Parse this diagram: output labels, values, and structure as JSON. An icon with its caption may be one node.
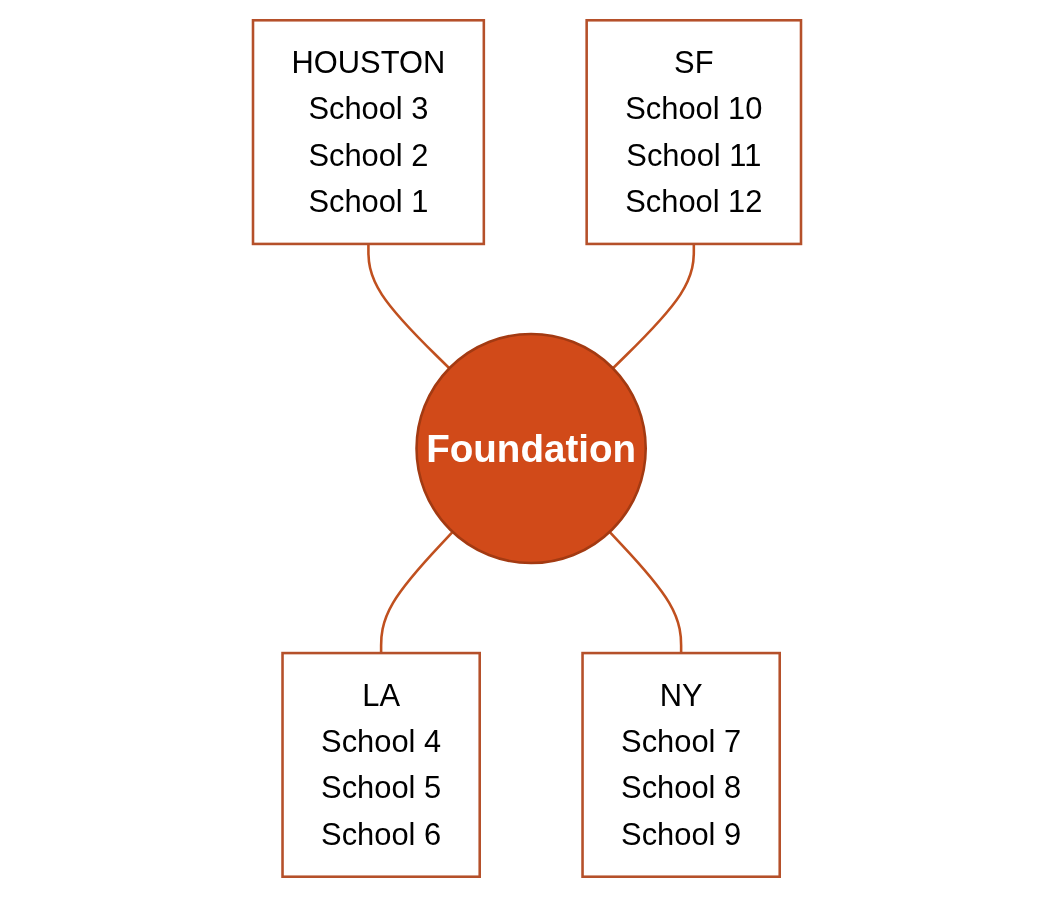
{
  "diagram": {
    "nodes": [
      {
        "text": [
          "HOUSTON",
          "School 3",
          "School 2",
          "School 1"
        ]
      },
      {
        "text": [
          "SF",
          "School 10",
          "School 11",
          "School 12"
        ]
      },
      {
        "text": [
          "Foundation"
        ]
      },
      {
        "text": [
          "LA",
          "School 4",
          "School 5",
          "School 6"
        ]
      },
      {
        "text": [
          "NY",
          "School 7",
          "School 8",
          "School 9"
        ]
      }
    ],
    "edges": [
      {
        "from": 0,
        "to": 2,
        "arrow": "none"
      },
      {
        "from": 1,
        "to": 2,
        "arrow": "none"
      },
      {
        "from": 2,
        "to": 3,
        "arrow": "none"
      },
      {
        "from": 2,
        "to": 4,
        "arrow": "none"
      }
    ]
  }
}
